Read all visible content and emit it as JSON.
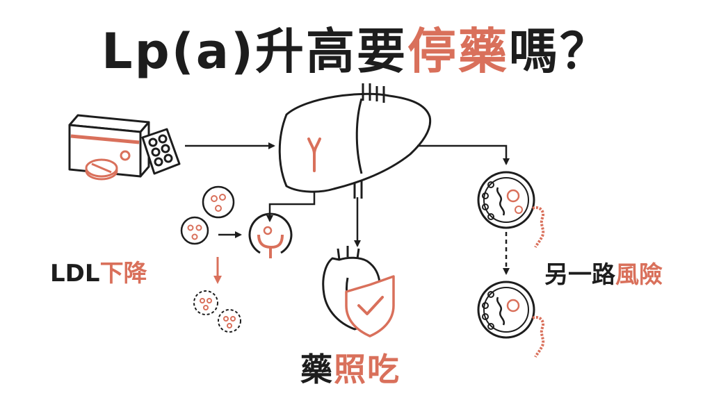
{
  "title": {
    "part1": "Lp(a)升高要",
    "highlight": "停藥",
    "part2": "嗎？"
  },
  "labels": {
    "ldl_prefix": "LDL",
    "ldl_highlight": "下降",
    "risk_prefix": "另一路",
    "risk_highlight": "風險",
    "keep_prefix": "藥",
    "keep_highlight": "照吃"
  },
  "colors": {
    "accent": "#d9705b",
    "ink": "#1d1d1d"
  },
  "icons": [
    "medicine-box-icon",
    "pill-blister-icon",
    "tablet-icon",
    "liver-icon",
    "ldl-particle-icon",
    "cell-receptor-icon",
    "heart-icon",
    "shield-check-icon",
    "lpa-particle-icon"
  ]
}
